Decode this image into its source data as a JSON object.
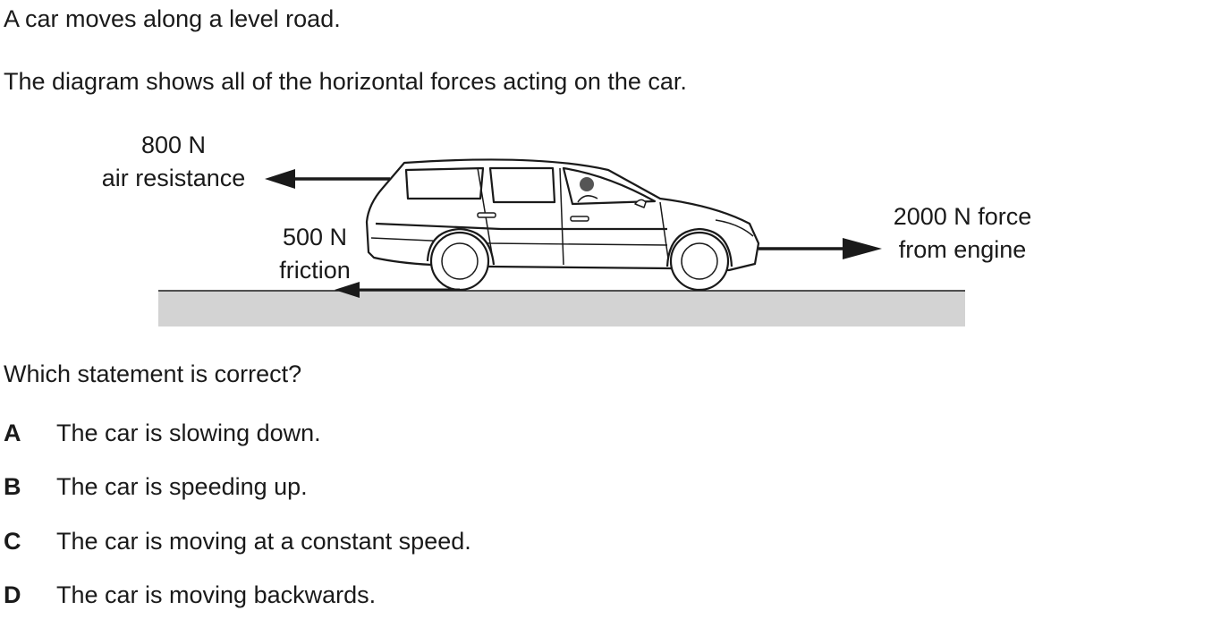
{
  "intro": {
    "line1": "A car moves along a level road.",
    "line2": "The diagram shows all of the horizontal forces acting on the car."
  },
  "diagram": {
    "air_resistance": {
      "value": "800 N",
      "label": "air resistance"
    },
    "friction": {
      "value": "500 N",
      "label": "friction"
    },
    "engine": {
      "line1": "2000 N force",
      "line2": "from engine"
    },
    "colors": {
      "road": "#d3d3d3",
      "ink": "#1a1a1a"
    }
  },
  "question": "Which statement is correct?",
  "options": [
    {
      "letter": "A",
      "text": "The car is slowing down."
    },
    {
      "letter": "B",
      "text": "The car is speeding up."
    },
    {
      "letter": "C",
      "text": "The car is moving at a constant speed."
    },
    {
      "letter": "D",
      "text": "The car is moving backwards."
    }
  ]
}
